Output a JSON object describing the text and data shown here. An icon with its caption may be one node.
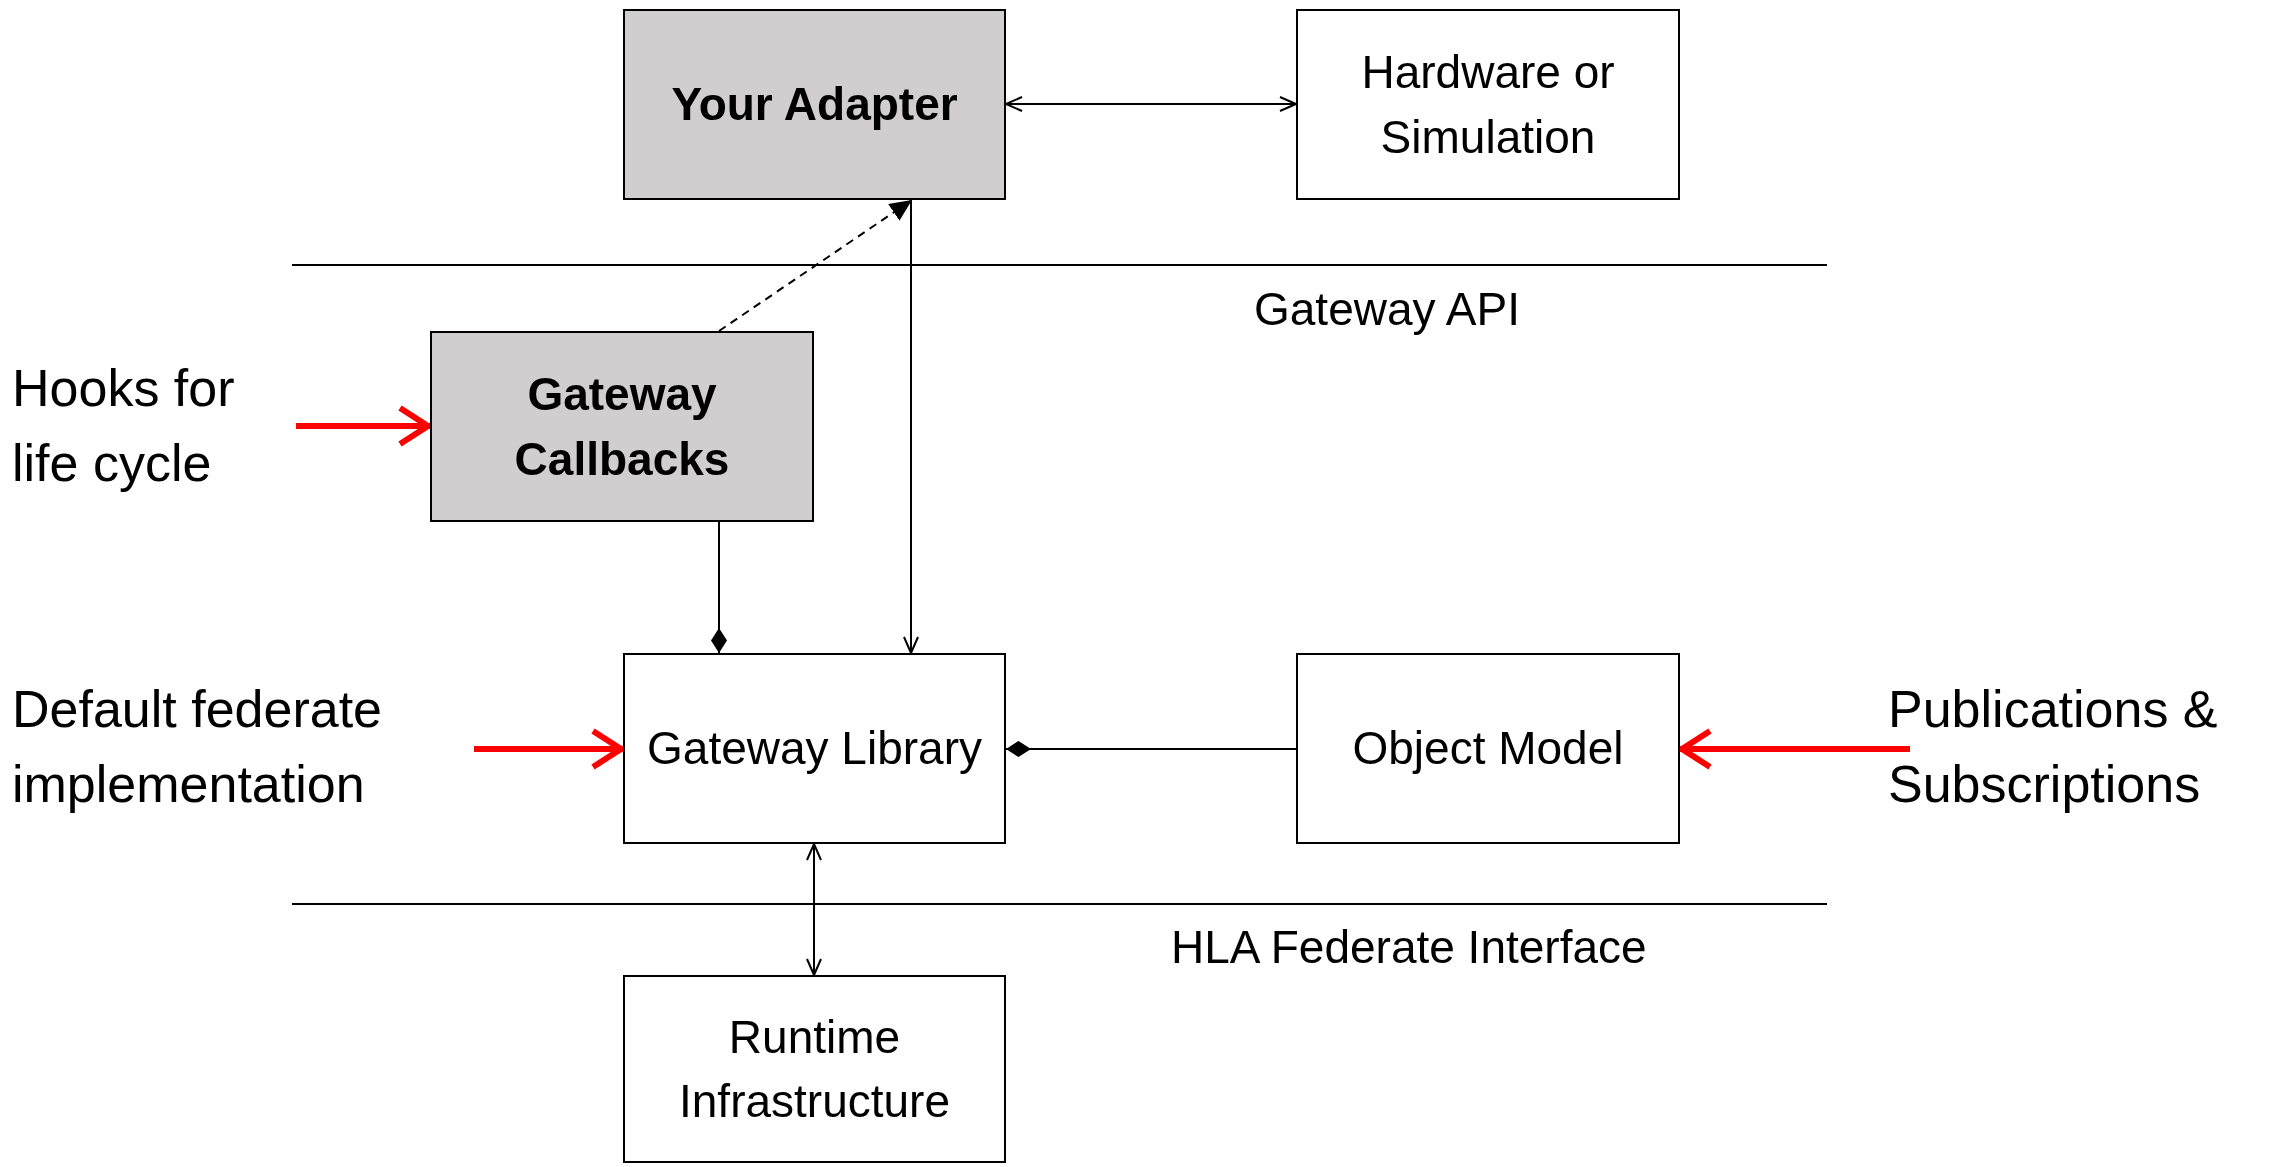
{
  "diagram": {
    "nodes": [
      {
        "text": [
          "Your Adapter"
        ]
      },
      {
        "text": [
          "Hardware or Simulation"
        ]
      },
      {
        "text": [
          "Hooks for life cycle"
        ]
      },
      {
        "text": [
          "Gateway Callbacks"
        ]
      },
      {
        "text": [
          "Default federate implementation"
        ]
      },
      {
        "text": [
          "Gateway Library"
        ]
      },
      {
        "text": [
          "Object Model"
        ]
      },
      {
        "text": [
          "Publications & Subscriptions"
        ]
      },
      {
        "text": [
          "Runtime Infrastructure"
        ]
      }
    ],
    "edges": [
      {
        "from": 0,
        "to": 1,
        "arrow": "both"
      },
      {
        "from": 3,
        "to": 0,
        "arrow": "to",
        "style": "dashed"
      },
      {
        "from": 0,
        "to": 5,
        "arrow": "to"
      },
      {
        "from": 3,
        "to": 5,
        "arrow": "other"
      },
      {
        "from": 6,
        "to": 5,
        "arrow": "other"
      },
      {
        "from": 5,
        "to": 8,
        "arrow": "both"
      },
      {
        "from": 2,
        "to": 3,
        "arrow": "to",
        "style": "thick",
        "color": "#ff0000"
      },
      {
        "from": 4,
        "to": 5,
        "arrow": "to",
        "style": "thick",
        "color": "#ff0000"
      },
      {
        "from": 7,
        "to": 6,
        "arrow": "to",
        "style": "thick",
        "color": "#ff0000"
      }
    ],
    "labels": [
      "Gateway API",
      "HLA Federate Interface"
    ]
  }
}
